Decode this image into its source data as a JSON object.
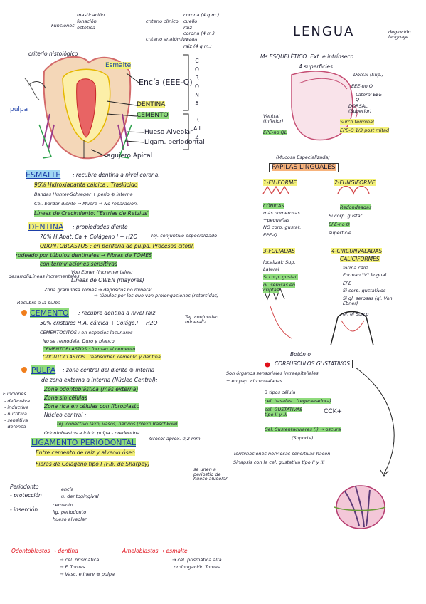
{
  "top": {
    "funciones": "Funciones",
    "funciones_items": [
      "masticación",
      "fonación",
      "estética"
    ],
    "criterio_clinico": "criterio clínico",
    "clinico_items": [
      "corona (4 q.m.)",
      "cuello",
      "raiz"
    ],
    "criterio_anatomico": "criterio anatómico",
    "anatomico_items": [
      "corona (4 m.)",
      "cuello",
      "raiz (4 q.m.)"
    ]
  },
  "tooth": {
    "criterio_histologico": "criterio histológico",
    "esmalte": "Esmalte",
    "encia": "Encía (EEE-Q)",
    "dentina": "DENTINA",
    "cemento": "CEMENTO",
    "pulpa": "pulpa",
    "hueso": "Hueso Alveolar",
    "ligamento": "Ligam. periodontal",
    "agujero": "agujero Apical",
    "corona": "C O R O N A",
    "raiz": "R A I Z"
  },
  "esmalte_section": {
    "title": "ESMALTE",
    "desc": ": recubre dentina a nivel corona.",
    "l1": "96% Hidroxiapatita cálcica . Traslúcido",
    "l2": "Bandas Hunter-Schreger + perio ⊕ interna",
    "l3": "Cel. bordar diente → Muere → No reparación.",
    "l4": "Líneas de Crecimiento: \"Estrías de Retzius\""
  },
  "dentina_section": {
    "title": "DENTINA",
    "desc": ": propiedades diente",
    "l1": "70% H.Apat. Ca + Colágeno I + H2O",
    "l1_note": "Tej. conjuntivo especializado",
    "l2": "ODONTOBLASTOS : en periferia de pulpa. Procesos citopl.",
    "l3": "rodeado por túbulos dentinales → Fibras de TOMES",
    "l4": "con terminaciones sensitivas",
    "l5a": "Von Ebner (incrementales)",
    "l5b": "Líneas de OWEN (mayores)",
    "desarrollo": "desarrollo",
    "lineas_inc": "Líneas incrementales",
    "l6": "Zona granulosa Tomes → depósitos no mineral.",
    "l6b": "→ túbulos por los que van prolongaciones (retorcidas)",
    "l7": "Recubre a la pulpa"
  },
  "cemento_section": {
    "title": "CEMENTO",
    "desc": ": recubre dentina a nivel raiz",
    "l1": "50% cristales H.A. cálcica + Coláge.I + H2O",
    "l1_note": "Tej. conjuntivo mineraliz.",
    "l2": "CEMENTOCITOS : en espacios lacunares",
    "l3": "No se remodela.    Duro y blanco.",
    "l4": "CEMENTOBLASTOS : forman el cemento",
    "l5": "ODONTOCLASTOS : reabsorben cemento y dentina"
  },
  "pulpa_section": {
    "title": "PULPA",
    "desc": ": zona central del diente ⊕ interna",
    "l1": "de zona externa a interna (Núcleo Central):",
    "l2": "Zona odontoblástica (más externa)",
    "l3": "Zona sin células",
    "l4": "Zona rica en células con fibroblasto",
    "l5": "Núcleo central :",
    "l6": "tej. conectivo laxo, vasos, nervios (plexo Raschkow)",
    "l7": "Odontoblastos a inicio pulpa - predentina.",
    "funciones": "Funciones",
    "funciones_items": [
      "- defensiva",
      "- inductiva",
      "- nutritiva",
      "- sensitiva",
      "- defensa"
    ]
  },
  "ligamento_section": {
    "title": "LIGAMENTO PERIODONTAL",
    "note": "Grosor aprox. 0,2 mm",
    "l1": "Entre cemento de raíz y alveolo óseo",
    "l2": "Fibras de Colágeno tipo I (Fib. de Sharpey)",
    "l3": "se unen a periostio de hueso alveolar"
  },
  "periodonto": {
    "title": "Periodonto",
    "proteccion": "- protección",
    "proteccion_items": [
      "encía",
      "u. dentogingival"
    ],
    "insercion": "- inserción",
    "insercion_items": [
      "cemento",
      "lig. periodonto",
      "hueso alveolar"
    ]
  },
  "bottom": {
    "odontoblastos": "Odontoblastos → dentina",
    "odonto_items": [
      "→ cel. prismática",
      "→ F. Tomes",
      "→ Vasc. e Inerv ⊕ pulpa"
    ],
    "ameloblastos": "Ameloblastos → esmalte",
    "amelo_items": [
      "→ cel. prismática alta",
      "prolongación Tomes"
    ]
  },
  "lengua": {
    "title": "LENGUA",
    "side": "deglución lenguaje",
    "ms": "Ms ESQUELÉTICO: Ext. e intrínseco",
    "superficies": "4 superficies:",
    "dorsal": "Dorsal (Sup.)",
    "eee": "EEE-no Q",
    "lateral": "Lateral EEE-Q",
    "ventral": "Ventral (Inferior)",
    "epe": "EPE-no QL",
    "dorsal2": "DORSAL (Superior)",
    "surco": "Surco terminal",
    "epe_q": "EPE-Q 1/3 post mitad",
    "mucosa": "(Mucosa Especializada)",
    "papilas": "PAPILAS LINGUALES"
  },
  "papilas": {
    "filiforme": "1-FILIFORME",
    "filiforme_items": [
      "CÓNICAS",
      "más numerosas",
      "+pequeñas",
      "NO corp. gustat.",
      "EPE-Q"
    ],
    "fungiforme": "2-FUNGIFORME",
    "fungiforme_items": [
      "Redondeadas",
      "Si corp. gustat.",
      "EPE-no Q",
      "superficie"
    ],
    "foliadas": "3-FOLIADAS",
    "foliadas_items": [
      "localizat: Sup.",
      "Lateral",
      "Si corp. gustat.",
      "gl. serosas en criptas"
    ],
    "circunvaladas": "4-CIRCUNVALADAS",
    "circunvaladas_sub": "CALICIFORMES",
    "circunvaladas_items": [
      "forma cáliz",
      "Forman \"V\" lingual",
      "EPE",
      "Si corp. gustativos",
      "Si gl. serosas (gl. Von Ebner)",
      "en el Surco"
    ]
  },
  "corpusculos": {
    "boton": "Botón o",
    "title": "CORPÚSCULOS GUSTATIVOS",
    "l1": "Son órganos sensoriales intraepiteliales",
    "l2": "+ en pap. circunvaladas",
    "l3": "3 tipos célula",
    "l4": "cel. basales : (regeneradora)",
    "l5": "cel. GUSTATIVAS tipo II y III",
    "cck": "CCK+",
    "l6": "Cel. Sustentaculares (I) → oscura",
    "l7": "(Soporte)",
    "l8": "Terminaciones nerviosas sensitivas hacen",
    "l9": "Sinapsis con la cel. gustativa tipo II y III"
  }
}
